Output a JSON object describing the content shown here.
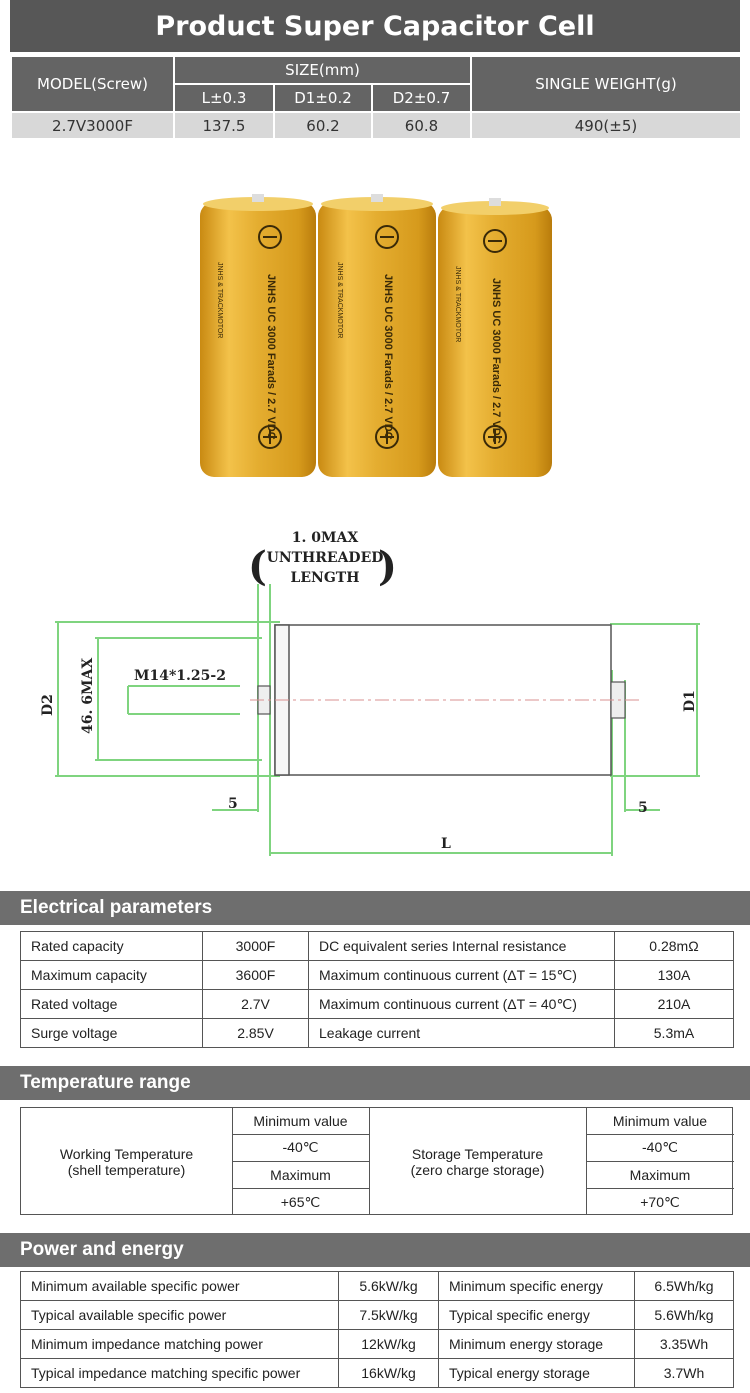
{
  "title": "Product Super Capacitor Cell",
  "model_table": {
    "col_model": "MODEL(Screw)",
    "col_size": "SIZE(mm)",
    "col_weight": "SINGLE WEIGHT(g)",
    "sub_l": "L±0.3",
    "sub_d1": "D1±0.2",
    "sub_d2": "D2±0.7",
    "row": {
      "model": "2.7V3000F",
      "l": "137.5",
      "d1": "60.2",
      "d2": "60.8",
      "weight": "490(±5)"
    }
  },
  "photo": {
    "cell_label": "JNHS UC 3000 Farads / 2.7 VDC",
    "cell_sublabel": "JNHS & TRACKMOTOR",
    "cell_color": "#e0a92a",
    "minus_icon": "minus-circle-icon",
    "plus_icon": "plus-circle-icon"
  },
  "drawing": {
    "note_line1": "1. 0MAX",
    "note_line2": "UNTHREADED",
    "note_line3": "LENGTH",
    "thread": "M14*1.25-2",
    "d2": "D2",
    "d1": "D1",
    "max_dim": "46. 6MAX",
    "left_gap": "5",
    "right_gap": "5",
    "length": "L",
    "dim_color": "#6bd46b"
  },
  "electrical": {
    "header": "Electrical parameters",
    "rows": [
      {
        "label": "Rated capacity",
        "value": "3000F",
        "label2": "DC equivalent series Internal resistance",
        "value2": "0.28mΩ"
      },
      {
        "label": "Maximum capacity",
        "value": "3600F",
        "label2": "Maximum continuous current  (ΔT = 15℃)",
        "value2": "130A"
      },
      {
        "label": "Rated voltage",
        "value": "2.7V",
        "label2": "Maximum continuous current  (ΔT = 40℃)",
        "value2": "210A"
      },
      {
        "label": "Surge voltage",
        "value": "2.85V",
        "label2": "Leakage current",
        "value2": "5.3mA"
      }
    ]
  },
  "temperature": {
    "header": "Temperature range",
    "working_label1": "Working Temperature",
    "working_label2": "(shell temperature)",
    "working_min_label": "Minimum value",
    "working_min": "-40℃",
    "working_max_label": "Maximum",
    "working_max": "+65℃",
    "storage_label1": "Storage Temperature",
    "storage_label2": "(zero charge storage)",
    "storage_min_label": "Minimum value",
    "storage_min": "-40℃",
    "storage_max_label": "Maximum",
    "storage_max": "+70℃"
  },
  "power": {
    "header": "Power and energy",
    "rows": [
      {
        "label": "Minimum available specific power",
        "value": "5.6kW/kg",
        "label2": "Minimum specific energy",
        "value2": "6.5Wh/kg"
      },
      {
        "label": "Typical available specific power",
        "value": "7.5kW/kg",
        "label2": "Typical specific energy",
        "value2": "5.6Wh/kg"
      },
      {
        "label": "Minimum impedance matching power",
        "value": "12kW/kg",
        "label2": "Minimum energy storage",
        "value2": "3.35Wh"
      },
      {
        "label": "Typical impedance matching specific power",
        "value": "16kW/kg",
        "label2": "Typical energy storage",
        "value2": "3.7Wh"
      }
    ]
  }
}
